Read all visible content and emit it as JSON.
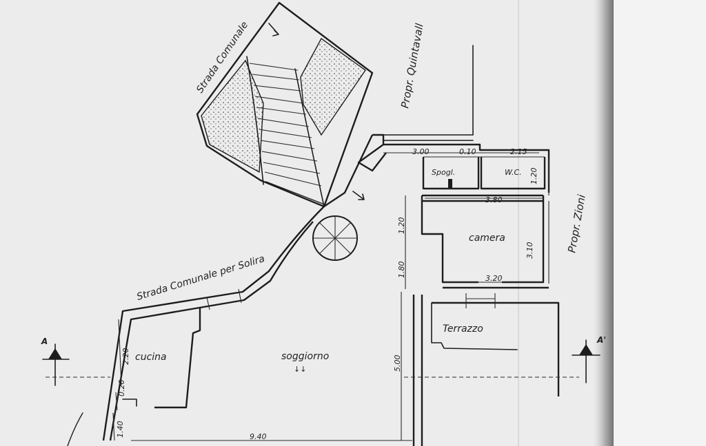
{
  "labels": {
    "strada_comunale": "Strada Comunale",
    "propr_quintavalle": "Propr. Quintavall",
    "propr_zioni": "Propr. Zioni",
    "strada_solira": "Strada Comunale per Solira"
  },
  "rooms": {
    "spogl": "Spogl.",
    "wc": "W.C.",
    "camera": "camera",
    "terrazzo": "Terrazzo",
    "cucina": "cucina",
    "soggiorno": "soggiorno",
    "soggiorno_mark": "↓↓"
  },
  "dimensions": {
    "d300": "3.00",
    "d010": "0.10",
    "d215": "2.15",
    "d120a": "1.20",
    "d380": "3.80",
    "d120b": "1.20",
    "d310": "3.10",
    "d180": "1.80",
    "d320": "3.20",
    "d500": "5.00",
    "d220": "2.20",
    "d020": "0.20",
    "d140": "1.40",
    "d940": "9.40"
  },
  "section_marks": {
    "left": "A",
    "right": "A'"
  },
  "colors": {
    "paper": "#ececec",
    "ink": "#1d1d1d",
    "fold_shadow": "#3a3a3a"
  }
}
